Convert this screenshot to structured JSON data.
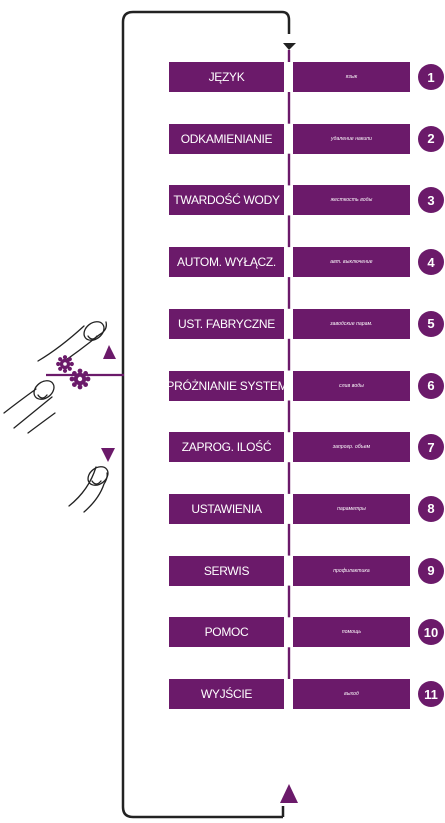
{
  "colors": {
    "accent": "#6b1a6a",
    "hand_outline": "#222222"
  },
  "menu_items": [
    {
      "number": "1",
      "label_pl": "JĘZYK",
      "label_ru": "язык"
    },
    {
      "number": "2",
      "label_pl": "ODKAMIENIANIE",
      "label_ru": "удаление накипи"
    },
    {
      "number": "3",
      "label_pl": "TWARDOŚĆ WODY",
      "label_ru": "жесткость воды"
    },
    {
      "number": "4",
      "label_pl": "AUTOM. WYŁĄCZ.",
      "label_ru": "авт. выключение"
    },
    {
      "number": "5",
      "label_pl": "UST. FABRYCZNE",
      "label_ru": "заводские парам."
    },
    {
      "number": "6",
      "label_pl": "OPRÓŻNIANIE SYSTEMU",
      "label_ru": "слив воды"
    },
    {
      "number": "7",
      "label_pl": "ZAPROG. ILOŚĆ",
      "label_ru": "запрогр. объем"
    },
    {
      "number": "8",
      "label_pl": "USTAWIENIA",
      "label_ru": "параметры"
    },
    {
      "number": "9",
      "label_pl": "SERWIS",
      "label_ru": "профилактика"
    },
    {
      "number": "10",
      "label_pl": "POMOC",
      "label_ru": "помощь"
    },
    {
      "number": "11",
      "label_pl": "WYJŚCIE",
      "label_ru": "выход"
    }
  ],
  "icons": {
    "up_button": "finger-press-icon",
    "up_arrow": "triangle-up-icon",
    "settings": "gears-icon",
    "down_button": "finger-press-icon",
    "down_arrow": "triangle-down-icon"
  }
}
